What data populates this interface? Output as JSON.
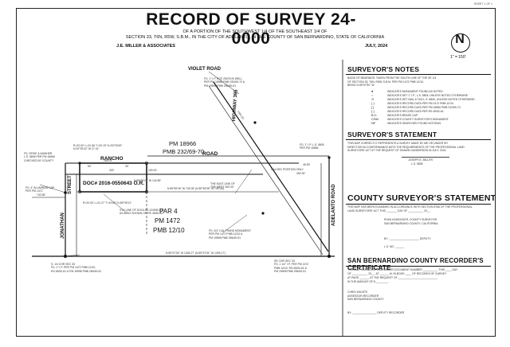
{
  "header": {
    "sheet_no": "SHEET 1 OF 1",
    "title": "RECORD OF SURVEY 24-0000",
    "subtitle1": "OF A PORTION OF THE SOUTHWEST 1/4 OF THE SOUTHEAST 1/4 OF",
    "subtitle2": "SECTION 33, T6N, R5W, S.B.M., IN THE CITY OF ADELANTO, IN THE COUNTY OF SAN BERNARDINO, STATE OF CALIFORNIA",
    "firm": "J.E. MILLER & ASSOCIATES",
    "date": "JULY, 2024",
    "north_letter": "N",
    "scale": "1\" = 150'"
  },
  "map": {
    "roads": {
      "violet": "VIOLET ROAD",
      "highway": "HIGHWAY 395",
      "rancho": "RANCHO",
      "road_right": "ROAD",
      "jonathan": "JONATHAN",
      "street": "STREET",
      "adelanto": "ADELANTO ROAD"
    },
    "parcels": {
      "pm_ref": "PM 18966",
      "pm_ref_book": "PMB 232/69-70",
      "doc_ref": "DOC# 2016-0550643 O.R.",
      "par": "PAR 4",
      "pm_main": "PM 1472",
      "pmb_main": "PMB 12/10"
    },
    "notes": {
      "fd_ip_top": "FD. 1\" I.P. RCE 25078 IN WELL\nPER PM 18966 PMB 232/69-70 &\nPM 19598 PMB 255/49-51",
      "fd_spike_left": "FD. SPIKE & WASHER\nL.S. 5805 PER PM 18966\nCHECKED BY COUNTY",
      "curve_left": "R=20.00' L=31.56' T=20.19' D=90°25'49\"\nN 00°25'42\" W 27.41'",
      "curve_left2": "R=20.00' L=31.27' T=19.89' D=89°35'11\"",
      "fd_al_cap": "FD. 4\" ALUMINUM CAP\nPER PM 1472",
      "bearing_top": "N 89°59'36\" W  749.39' (N 89°59'35\" W 749.08')",
      "bearing_rancho": "N 89°58'27\" W  144.89'",
      "rancho_dims": "165.01'",
      "east_line": "THE EAST LINE OF\nTHE WEST 300.00'",
      "s_line": "S'LY LINE OF DOC# 83-124305 O.R.\nAS ALSO SHOWN ON RS 45/52-61",
      "fd_cal_trans": "FD. 3/4\" CAL TRANS MONUMENT\nPER PM 1472 PMB 12/10 &\nPM 19598 PMB 255/49-51",
      "calced": "CALCED POSITION ONLY",
      "fd_ip_right": "FD. 1\" I.P. L.S. 5805\nPER PM 18966",
      "s14_cor": "S. 1/4 COR SEC 33\nFD. 1\" I.P. PER PM 1472 PMB 12/10,\nRS 45/52-61 & PM 19598 PMB 255/49-51",
      "se_cor": "SE COR SEC 33\nFD. 1 1/2\" I.P. PER PM 1472\nPMB 12/10, RS 45/52-61 &\nPM 19598 PMB 255/49-51",
      "bearing_bottom": "N 89°57'50\" W  1305.27' (N 89°57'51\" W 1305.17')",
      "dist_left": "742.55'",
      "dist_right": "282.90'",
      "hwy_dist": "1340.03'",
      "dims_50": "50'",
      "dims_30": "30'",
      "dims_300": "300'",
      "dims_150": "150.00'",
      "dims_46": "46.99'"
    }
  },
  "surveyors_notes": {
    "heading": "SURVEYOR'S NOTES",
    "lines": [
      "BASIS OF BEARINGS: TAKEN FROM THE SOUTH LINE OF THE SE 1/4",
      "OF SECTION 33, T6N, R5W, S.B.M. PER PM 1472 PMB 12/10,",
      "BEING N 89°57'50\" W"
    ],
    "legend": [
      {
        "sym": "●",
        "text": "INDICATES MONUMENT FOUND AS NOTED."
      },
      {
        "sym": "○",
        "text": "INDICATES SET 1\" I.P., L.S. 5805, UNLESS NOTED OTHERWISE."
      },
      {
        "sym": "⊙",
        "text": "INDICATES SET NAIL & TAG L.S. 5805, UNLESS NOTED OTHERWISE."
      },
      {
        "sym": "( )",
        "text": "INDICATES RECORD DATA PER PM 1472 PMB 12/10."
      },
      {
        "sym": "[ ]",
        "text": "INDICATES RECORD DATA PER PM 18966 PMB 232/69-70."
      },
      {
        "sym": "{ }",
        "text": "INDICATES RECORD DATA PER RS 45/52-61."
      },
      {
        "sym": "B.C.",
        "text": "INDICATES BRASS CAP."
      },
      {
        "sym": "CSM",
        "text": "INDICATES COUNTY SURVEYOR'S MONUMENT."
      },
      {
        "sym": "NF",
        "text": "INDICATES SEARCHED FOUND NOTHING."
      }
    ]
  },
  "surveyors_statement": {
    "heading": "SURVEYOR'S STATEMENT",
    "lines": [
      "THIS MAP CORRECTLY REPRESENTS A SURVEY MADE BY ME OR UNDER MY",
      "DIRECTION IN CONFORMANCE WITH THE REQUIREMENTS OF THE PROFESSIONAL LAND",
      "SURVEYORS' ACT AT THE REQUEST OF SHAWN GUNDERSON IN JULY, 2024."
    ],
    "sig": "JOSEPH E. MILLER",
    "lic": "L.S. 5805"
  },
  "county_statement": {
    "heading": "COUNTY SURVEYOR'S STATEMENT",
    "lines": [
      "THIS MAP HAS BEEN EXAMINED IN ACCORDANCE WITH SECTION 8766 OF THE PROFESSIONAL",
      "LAND SURVEYORS' ACT THIS _______ DAY OF __________ 20__."
    ],
    "name": "RYAN HUNSICKER, COUNTY SURVEYOR",
    "county": "SAN BERNARDINO COUNTY, CALIFORNIA",
    "by": "BY: ____________________ DEPUTY",
    "ls": "L.S. NO. ______"
  },
  "recorder": {
    "heading": "SAN BERNARDINO COUNTY RECORDER'S CERTIFICATE",
    "lines": [
      "THIS MAP HAS BEEN FILED UNDER DOCUMENT NUMBER __________ THIS ____ DAY",
      "OF __________, 20__, AT ______ M. IN BOOK ____ OF RECORDS OF SURVEY",
      "AT PAGE ______, AT THE REQUEST OF __________________________.",
      "IN THE AMOUNT OF $ ________."
    ],
    "assessor": "CHRIS WILHITE",
    "assessor_title": "ASSESSOR-RECORDER",
    "assessor_county": "SAN BERNARDINO COUNTY",
    "deputy": "BY: ________________ DEPUTY RECORDER"
  },
  "colors": {
    "ink": "#111111",
    "paper": "#ffffff"
  }
}
